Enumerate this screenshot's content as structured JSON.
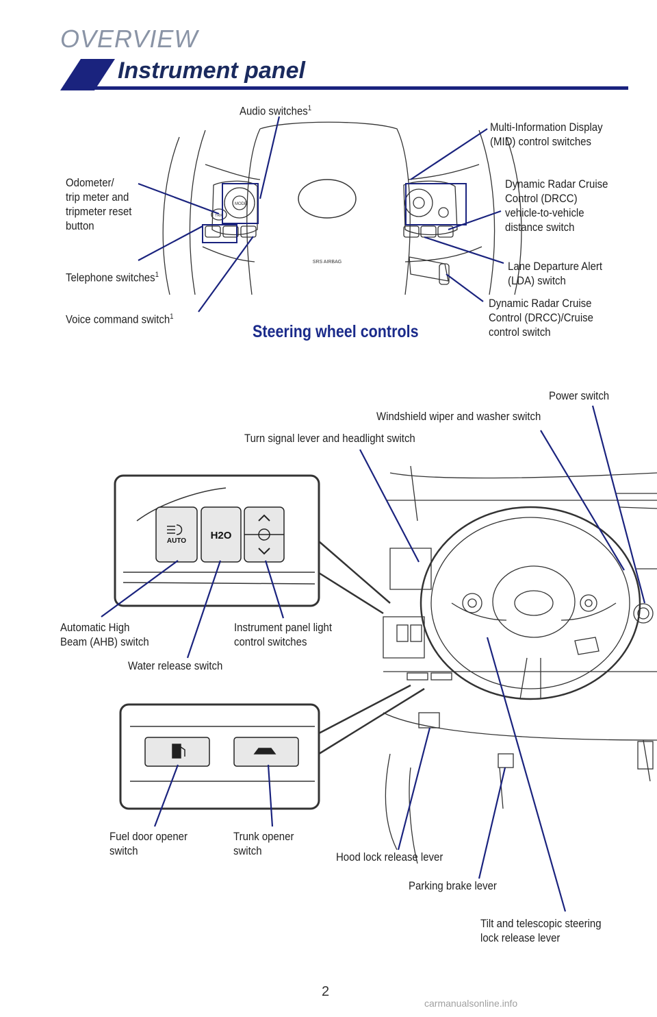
{
  "header": {
    "section": "OVERVIEW",
    "title": "Instrument panel"
  },
  "steering": {
    "caption": "Steering wheel controls",
    "airbag_text": "SRS AIRBAG",
    "mode_text": "MODE",
    "trip_text": "TRIP",
    "labels": {
      "audio": "Audio switches",
      "audio_sup": "1",
      "mid_l1": "Multi-Information Display",
      "mid_l2": "(MID) control switches",
      "odo_l1": "Odometer/",
      "odo_l2": "trip meter and",
      "odo_l3": "tripmeter reset",
      "odo_l4": "button",
      "drcc_dist_l1": "Dynamic Radar Cruise",
      "drcc_dist_l2": "Control (DRCC)",
      "drcc_dist_l3": "vehicle-to-vehicle",
      "drcc_dist_l4": "distance switch",
      "telephone": "Telephone switches",
      "telephone_sup": "1",
      "lda_l1": "Lane Departure Alert",
      "lda_l2": "(LDA) switch",
      "voice": "Voice command switch",
      "voice_sup": "1",
      "drcc_l1": "Dynamic Radar Cruise",
      "drcc_l2": "Control (DRCC)/Cruise",
      "drcc_l3": "control switch"
    }
  },
  "dashboard": {
    "auto_text": "AUTO",
    "h2o_text": "H2O",
    "labels": {
      "power": "Power switch",
      "wiper": "Windshield wiper and washer switch",
      "turn": "Turn signal lever and headlight switch",
      "ahb_l1": "Automatic High",
      "ahb_l2": "Beam (AHB) switch",
      "panel_light_l1": "Instrument panel light",
      "panel_light_l2": "control switches",
      "water": "Water release switch",
      "fuel_l1": "Fuel door opener",
      "fuel_l2": "switch",
      "trunk_l1": "Trunk opener",
      "trunk_l2": "switch",
      "hood": "Hood lock release lever",
      "parking": "Parking brake lever",
      "tilt_l1": "Tilt and telescopic steering",
      "tilt_l2": "lock release lever"
    }
  },
  "footer": {
    "page_number": "2",
    "watermark": "carmanualsonline.info"
  },
  "colors": {
    "accent_blue": "#1a2a8a",
    "leader_line": "#1a237e",
    "title_gray": "#8a94a6"
  }
}
